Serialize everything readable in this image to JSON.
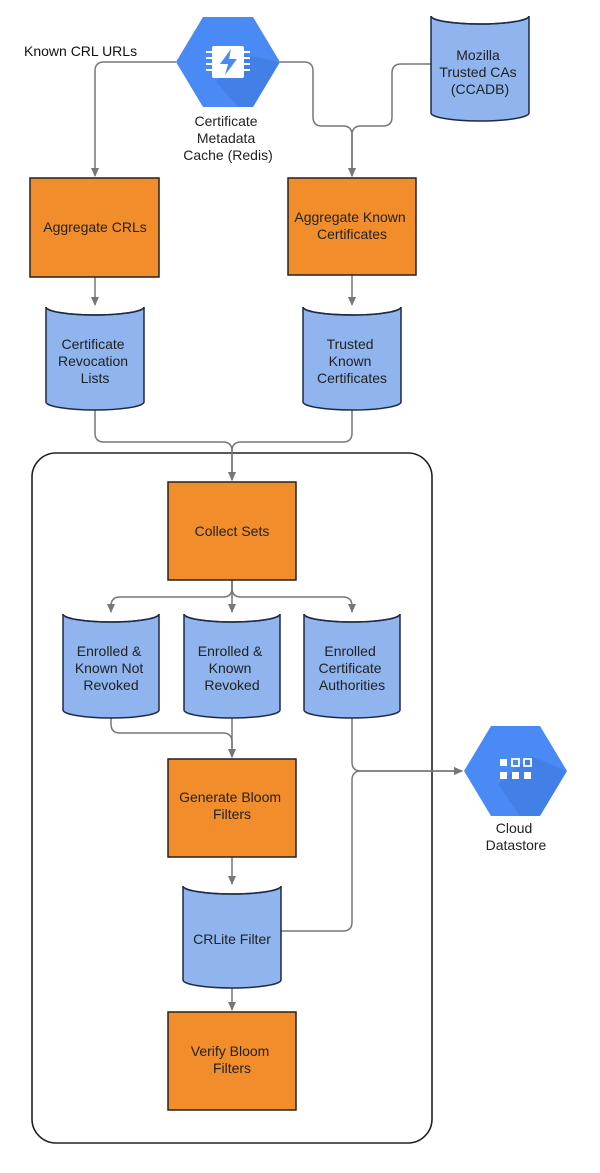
{
  "colors": {
    "process_fill": "#F18E2B",
    "process_stroke": "#222222",
    "store_fill": "#8FB4EE",
    "store_stroke": "#1E2A44",
    "gcp_blue": "#4A8AF4",
    "gcp_shadow": "#3A74D6",
    "connector": "#777777",
    "frame": "#222222"
  },
  "annotations": {
    "known_crl_urls": "Known CRL URLs"
  },
  "services": {
    "metadata_cache": {
      "icon": "memorystore-chip-bolt-icon",
      "label_lines": [
        "Certificate",
        "Metadata",
        "Cache (Redis)"
      ]
    },
    "cloud_datastore": {
      "icon": "datastore-grid-icon",
      "label_lines": [
        "Cloud",
        "Datastore"
      ]
    }
  },
  "stores": {
    "mozilla_cas": {
      "lines": [
        "Mozilla",
        "Trusted CAs",
        "(CCADB)"
      ]
    },
    "crls": {
      "lines": [
        "Certificate",
        "Revocation",
        "Lists"
      ]
    },
    "known_certs": {
      "lines": [
        "Trusted",
        "Known",
        "Certificates"
      ]
    },
    "enrolled_not_revoked": {
      "lines": [
        "Enrolled &",
        "Known Not",
        "Revoked"
      ]
    },
    "enrolled_revoked": {
      "lines": [
        "Enrolled &",
        "Known",
        "Revoked"
      ]
    },
    "enrolled_cas": {
      "lines": [
        "Enrolled",
        "Certificate",
        "Authorities"
      ]
    },
    "crlite_filter": {
      "lines": [
        "CRLite Filter"
      ]
    }
  },
  "processes": {
    "aggregate_crls": {
      "lines": [
        "Aggregate CRLs"
      ]
    },
    "aggregate_known": {
      "lines": [
        "Aggregate Known",
        "Certificates"
      ]
    },
    "collect_sets": {
      "lines": [
        "Collect Sets"
      ]
    },
    "generate_bloom": {
      "lines": [
        "Generate Bloom",
        "Filters"
      ]
    },
    "verify_bloom": {
      "lines": [
        "Verify Bloom",
        "Filters"
      ]
    }
  }
}
